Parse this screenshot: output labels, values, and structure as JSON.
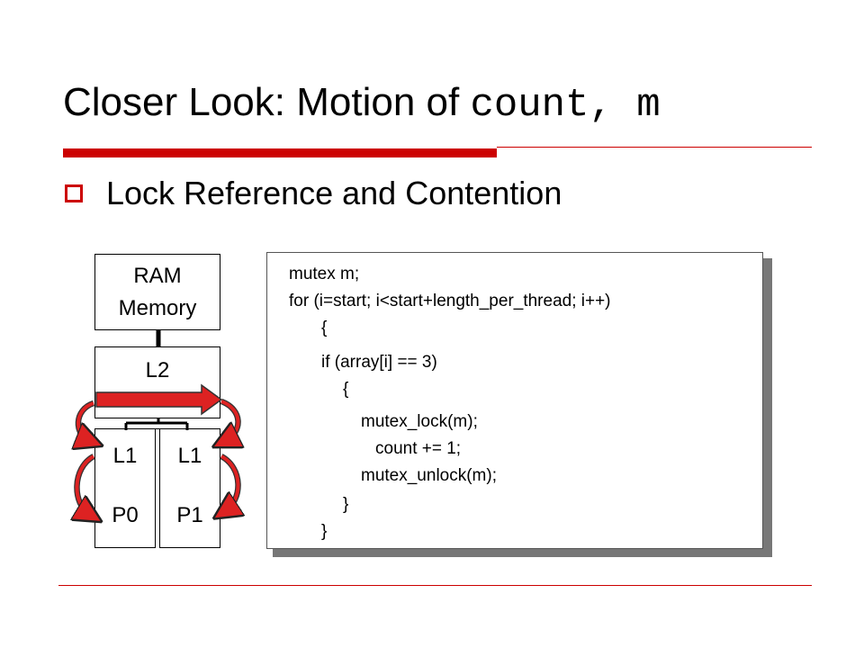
{
  "slide": {
    "title_text": "Closer Look: Motion of ",
    "title_code": "count, m",
    "bullet": "Lock Reference and Contention"
  },
  "diagram": {
    "ram": [
      "RAM",
      "Memory"
    ],
    "l2": "L2",
    "l1_left": "L1",
    "l1_right": "L1",
    "p0": "P0",
    "p1": "P1"
  },
  "code_lines": [
    "mutex m;",
    "for (i=start; i<start+length_per_thread; i++)",
    "{",
    "if (array[i] == 3)",
    "{",
    "mutex_lock(m);",
    "count += 1;",
    "mutex_unlock(m);",
    "}",
    "}"
  ],
  "colors": {
    "accent": "#cc0000",
    "arrow_fill": "#dd2222"
  }
}
